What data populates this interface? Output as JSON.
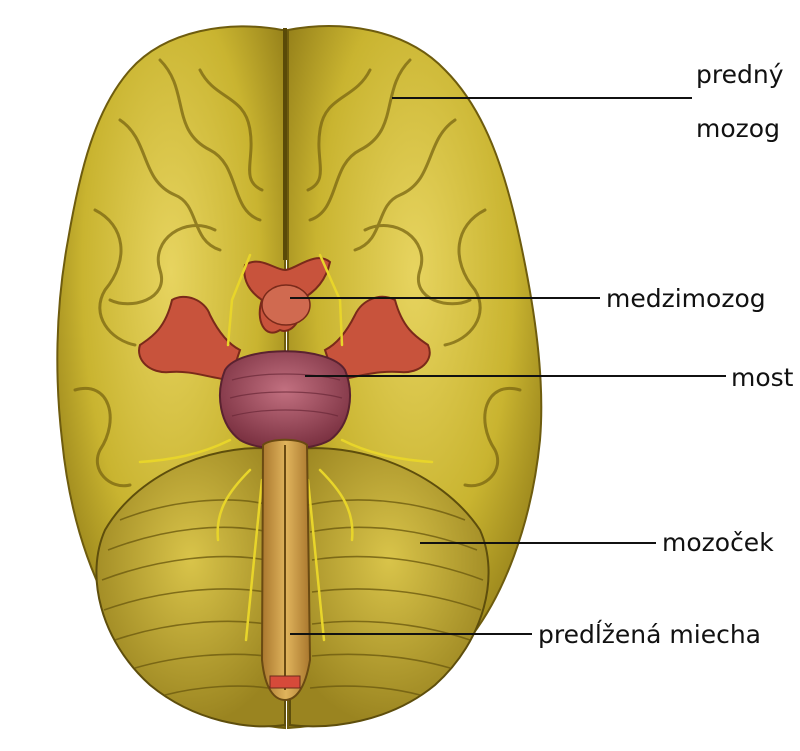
{
  "labels": {
    "forebrain_line1": "predný",
    "forebrain_line2": "mozog",
    "diencephalon": "medzimozog",
    "pons": "most",
    "cerebellum": "mozoček",
    "medulla": "predĺžená miecha"
  },
  "colors": {
    "cortex": "#c9b430",
    "cortex_shadow": "#8f7a17",
    "cortex_highlight": "#e9d76a",
    "brainstem_red": "#c8533c",
    "pons_purple": "#9a4a5a",
    "nerve_yellow": "#e8d52a",
    "leader_line": "#111111"
  }
}
